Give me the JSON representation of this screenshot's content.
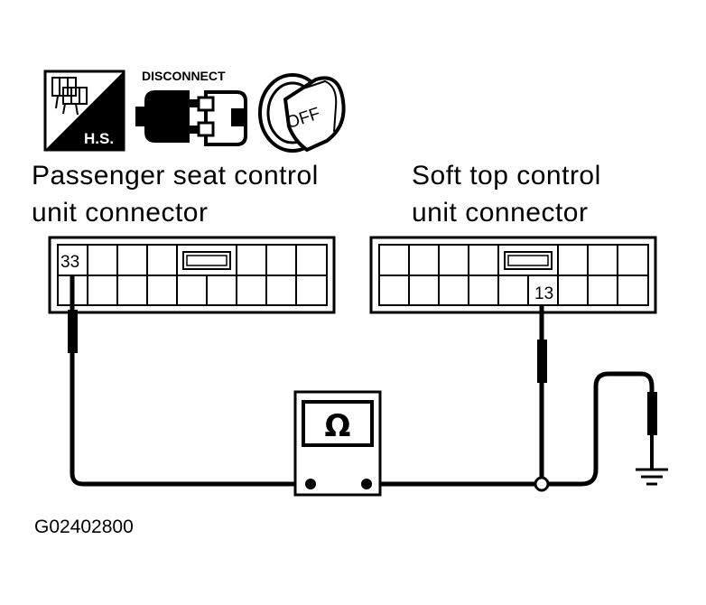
{
  "icons": {
    "harness_label": "H.S.",
    "disconnect_label": "DISCONNECT",
    "ignition_label": "OFF"
  },
  "connectors": {
    "left": {
      "label_line1": "Passenger seat control",
      "label_line2": "unit connector",
      "pin": "33"
    },
    "right": {
      "label_line1": "Soft top control",
      "label_line2": "unit connector",
      "pin": "13"
    }
  },
  "meter": {
    "symbol": "Ω"
  },
  "figure_code": "G02402800"
}
